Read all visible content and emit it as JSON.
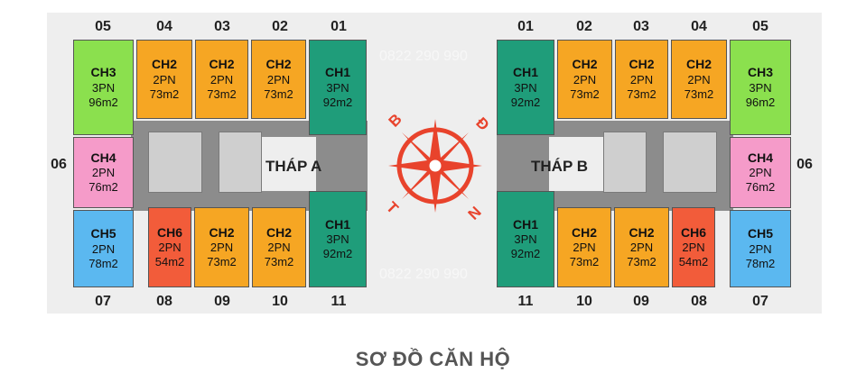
{
  "title": "SƠ ĐỒ CĂN HỘ",
  "watermark": "0822 290 990",
  "colors": {
    "CH1": "#1f9d7a",
    "CH2": "#f6a623",
    "CH3": "#8be04e",
    "CH4": "#f59bc9",
    "CH5": "#5bb8f0",
    "CH6": "#f25c3a"
  },
  "tower_a": {
    "name": "THÁP A",
    "top_numbers": [
      "05",
      "04",
      "03",
      "02",
      "01"
    ],
    "side_number": "06",
    "bottom_numbers": [
      "07",
      "08",
      "09",
      "10",
      "11"
    ],
    "units": [
      {
        "code": "CH3",
        "rooms": "3PN",
        "area": "96m2"
      },
      {
        "code": "CH2",
        "rooms": "2PN",
        "area": "73m2"
      },
      {
        "code": "CH2",
        "rooms": "2PN",
        "area": "73m2"
      },
      {
        "code": "CH2",
        "rooms": "2PN",
        "area": "73m2"
      },
      {
        "code": "CH1",
        "rooms": "3PN",
        "area": "92m2"
      },
      {
        "code": "CH4",
        "rooms": "2PN",
        "area": "76m2"
      },
      {
        "code": "CH5",
        "rooms": "2PN",
        "area": "78m2"
      },
      {
        "code": "CH6",
        "rooms": "2PN",
        "area": "54m2"
      },
      {
        "code": "CH2",
        "rooms": "2PN",
        "area": "73m2"
      },
      {
        "code": "CH2",
        "rooms": "2PN",
        "area": "73m2"
      },
      {
        "code": "CH1",
        "rooms": "3PN",
        "area": "92m2"
      }
    ]
  },
  "tower_b": {
    "name": "THÁP B",
    "top_numbers": [
      "01",
      "02",
      "03",
      "04",
      "05"
    ],
    "side_number": "06",
    "bottom_numbers": [
      "11",
      "10",
      "09",
      "08",
      "07"
    ],
    "units": [
      {
        "code": "CH1",
        "rooms": "3PN",
        "area": "92m2"
      },
      {
        "code": "CH2",
        "rooms": "2PN",
        "area": "73m2"
      },
      {
        "code": "CH2",
        "rooms": "2PN",
        "area": "73m2"
      },
      {
        "code": "CH2",
        "rooms": "2PN",
        "area": "73m2"
      },
      {
        "code": "CH3",
        "rooms": "3PN",
        "area": "96m2"
      },
      {
        "code": "CH4",
        "rooms": "2PN",
        "area": "76m2"
      },
      {
        "code": "CH1",
        "rooms": "3PN",
        "area": "92m2"
      },
      {
        "code": "CH2",
        "rooms": "2PN",
        "area": "73m2"
      },
      {
        "code": "CH2",
        "rooms": "2PN",
        "area": "73m2"
      },
      {
        "code": "CH6",
        "rooms": "2PN",
        "area": "54m2"
      },
      {
        "code": "CH5",
        "rooms": "2PN",
        "area": "78m2"
      }
    ]
  },
  "compass": {
    "top_left": "B",
    "top_right": "Đ",
    "bottom_left": "T",
    "bottom_right": "N",
    "icon": "compass-rose-icon"
  }
}
